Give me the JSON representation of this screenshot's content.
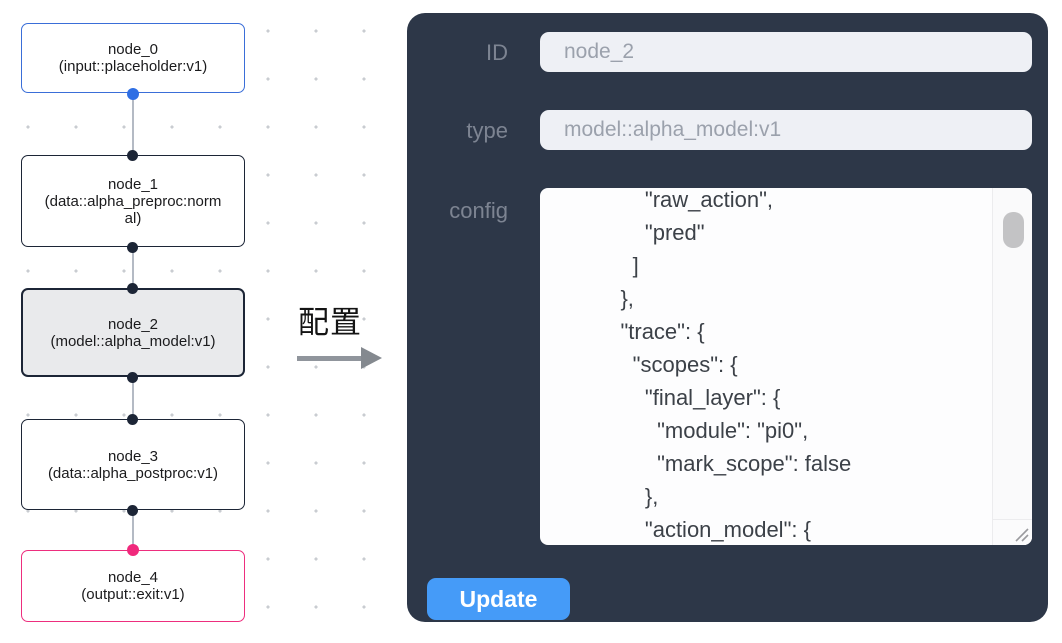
{
  "canvas": {
    "nodes": [
      {
        "title": "node_0",
        "subtitle": "(input::placeholder:v1)",
        "kind": "input",
        "border_color": "#3a6ed8",
        "handle_color": "#2f6fe4",
        "selected": false
      },
      {
        "title": "node_1",
        "subtitle": "(data::alpha_preproc:normal)",
        "kind": "data",
        "border_color": "#1c2536",
        "handle_color": "#1c2536",
        "selected": false
      },
      {
        "title": "node_2",
        "subtitle": "(model::alpha_model:v1)",
        "kind": "model",
        "border_color": "#1c2536",
        "handle_color": "#1c2536",
        "selected": true
      },
      {
        "title": "node_3",
        "subtitle": "(data::alpha_postproc:v1)",
        "kind": "data",
        "border_color": "#1c2536",
        "handle_color": "#1c2536",
        "selected": false
      },
      {
        "title": "node_4",
        "subtitle": "(output::exit:v1)",
        "kind": "output",
        "border_color": "#ed2e7e",
        "handle_color": "#f0297c",
        "selected": false
      }
    ]
  },
  "annotation": {
    "label": "配置"
  },
  "panel": {
    "bg_color": "#2d3748",
    "fields": [
      {
        "label": "ID",
        "value": "node_2"
      },
      {
        "label": "type",
        "value": "model::alpha_model:v1"
      }
    ],
    "config": {
      "label": "config",
      "text": "        \"raw_action\",\n        \"pred\"\n      ]\n    },\n    \"trace\": {\n      \"scopes\": {\n        \"final_layer\": {\n          \"module\": \"pi0\",\n          \"mark_scope\": false\n        },\n        \"action_model\": {"
    },
    "update_button": {
      "label": "Update",
      "color": "#459bf8"
    }
  }
}
